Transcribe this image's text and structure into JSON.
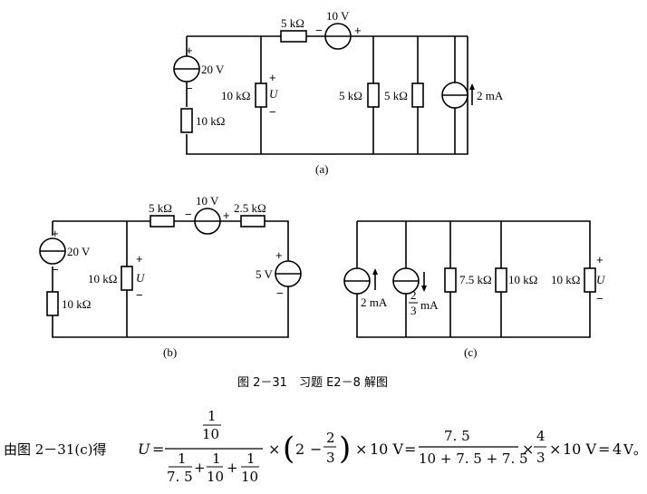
{
  "circuit_a": {
    "r_top": "5 kΩ",
    "vs_top": "10 V",
    "vs_left": "20 V",
    "r_left": "10 kΩ",
    "r_mid": "10 kΩ",
    "u": "U",
    "r_5a": "5 kΩ",
    "r_5b": "5 kΩ",
    "is": "2 mA",
    "caption": "(a)"
  },
  "circuit_b": {
    "r_top1": "5 kΩ",
    "vs_top": "10 V",
    "r_top2": "2.5 kΩ",
    "vs_left": "20 V",
    "r_left": "10 kΩ",
    "r_mid": "10 kΩ",
    "u": "U",
    "vs_right": "5 V",
    "caption": "(b)"
  },
  "circuit_c": {
    "is1": "2 mA",
    "is2_num": "2",
    "is2_den": "3",
    "is2_unit": "mA",
    "r1": "7.5 kΩ",
    "r2": "10 kΩ",
    "r3": "10 kΩ",
    "u": "U",
    "caption": "(c)"
  },
  "figure_caption": "图 2－31　习题 E2－8 解图",
  "solution": {
    "lead": "由图 2－31(c)得",
    "u": "U",
    "one": "1",
    "ten": "10",
    "seven_five": "7. 5",
    "times": "×",
    "two": "2",
    "three": "3",
    "ten_v": "10 V",
    "seven_five_b": "7. 5",
    "denom": "10 + 7. 5 + 7. 5",
    "four": "4",
    "result": "V。",
    "four_v": "4"
  }
}
